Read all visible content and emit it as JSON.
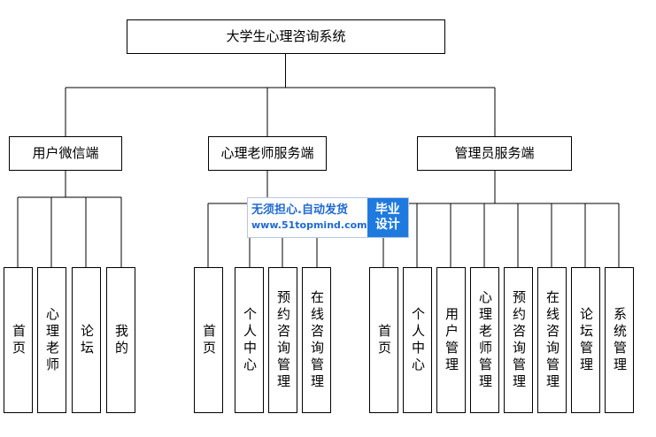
{
  "root": {
    "label": "大学生心理咨询系统"
  },
  "branches": [
    {
      "label": "用户微信端",
      "children": [
        "首页",
        "心理老师",
        "论坛",
        "我的"
      ]
    },
    {
      "label": "心理老师服务端",
      "children": [
        "首页",
        "个人中心",
        "预约咨询管理",
        "在线咨询管理"
      ]
    },
    {
      "label": "管理员服务端",
      "children": [
        "首页",
        "个人中心",
        "用户管理",
        "心理老师管理",
        "预约咨询管理",
        "在线咨询管理",
        "论坛管理",
        "系统管理"
      ]
    }
  ],
  "watermark": {
    "line1": "无须担心.自动发货",
    "line2": "www.51topmind.com",
    "badge_top": "毕业",
    "badge_bottom": "设计",
    "text_color": "#1f6ad3",
    "badge_color": "#1f7ae0"
  }
}
